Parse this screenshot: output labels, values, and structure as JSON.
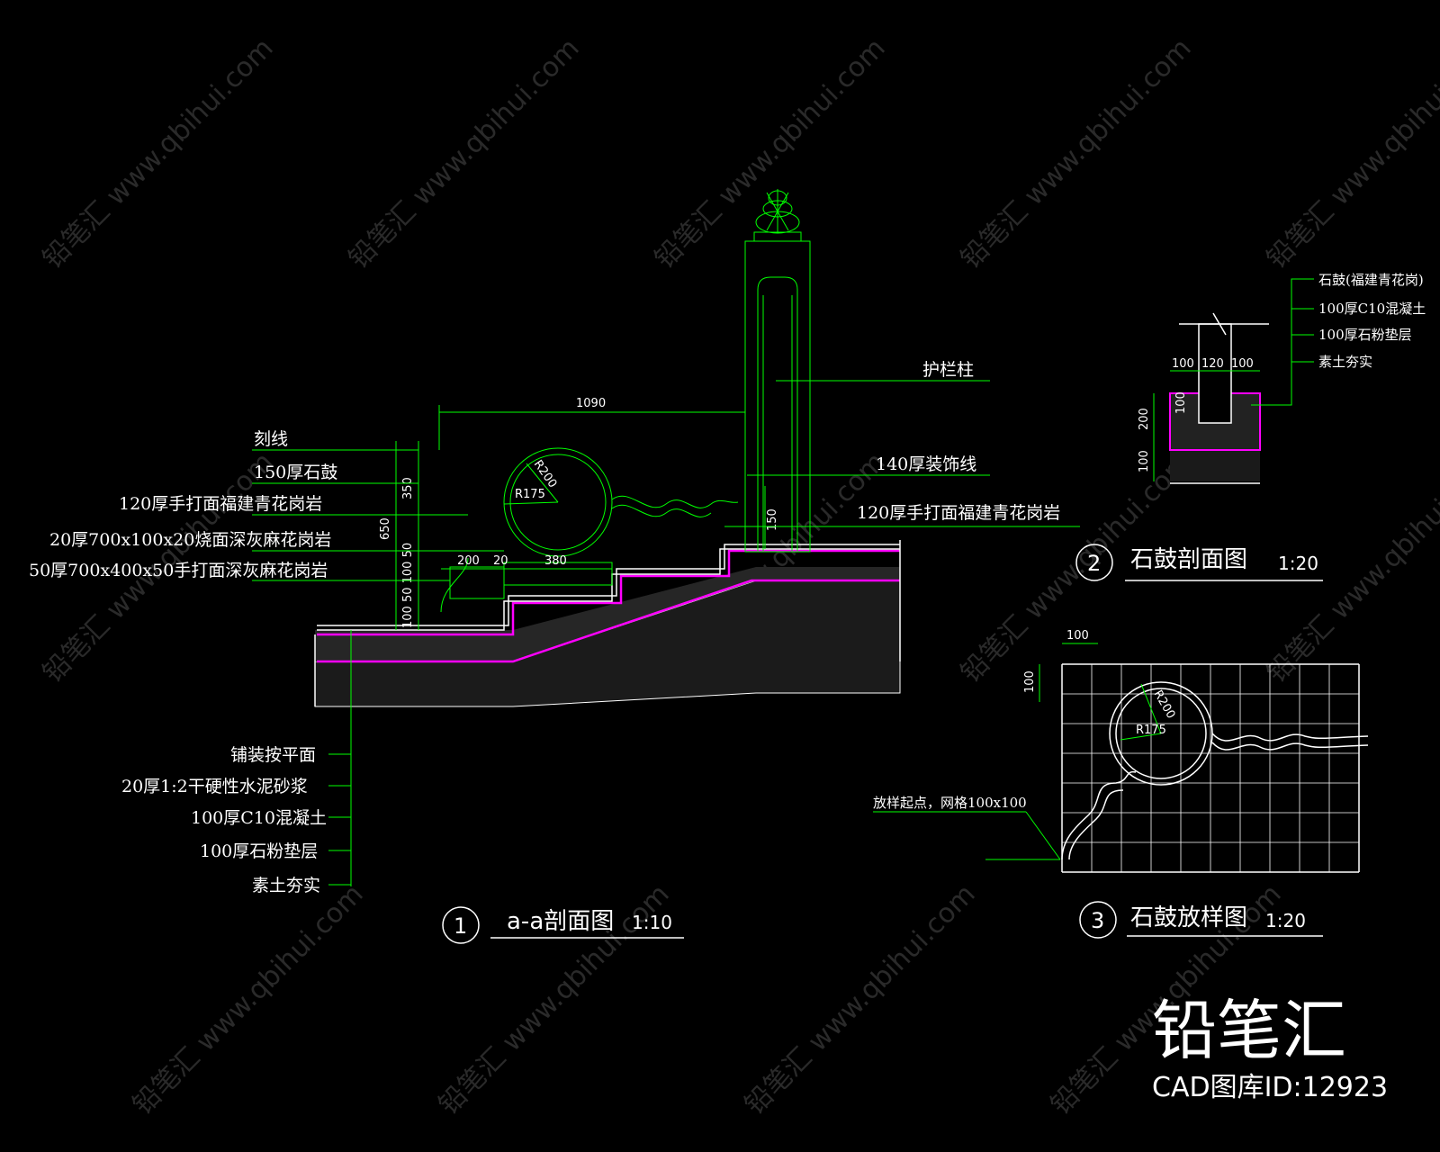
{
  "drawing1": {
    "number": "1",
    "title": "a-a剖面图",
    "scale": "1:10",
    "labels_left": [
      "刻线",
      "150厚石鼓",
      "120厚手打面福建青花岗岩",
      "20厚700x100x20烧面深灰麻花岗岩",
      "50厚700x400x50手打面深灰麻花岗岩"
    ],
    "labels_bottom": [
      "铺装按平面",
      "20厚1:2干硬性水泥砂浆",
      "100厚C10混凝土",
      "100厚石粉垫层",
      "素土夯实"
    ],
    "labels_right": [
      "护栏柱",
      "140厚装饰线",
      "120厚手打面福建青花岗岩"
    ],
    "dims": {
      "top": "1090",
      "h350": "350",
      "h650": "650",
      "h150": "150",
      "stack": "100 50 100 50",
      "s200": "200",
      "s20": "20",
      "s380": "380",
      "r200": "R200",
      "r175": "R175"
    }
  },
  "drawing2": {
    "number": "2",
    "title": "石鼓剖面图",
    "scale": "1:20",
    "labels": [
      "石鼓(福建青花岗)",
      "100厚C10混凝土",
      "100厚石粉垫层",
      "素土夯实"
    ],
    "dims": {
      "d100a": "100",
      "d120": "120",
      "d100b": "100",
      "d100c": "100",
      "h200": "200",
      "h100": "100"
    }
  },
  "drawing3": {
    "number": "3",
    "title": "石鼓放样图",
    "scale": "1:20",
    "note": "放样起点，网格100x100",
    "dims": {
      "w100": "100",
      "h100": "100",
      "r200": "R200",
      "r175": "R175"
    }
  },
  "watermark": {
    "brand": "铅笔汇",
    "id_text": "CAD图库ID:12923",
    "tile": "铅笔汇 www.qbihui.com"
  },
  "colors": {
    "background": "#000000",
    "linework": "#00ff00",
    "text": "#ffffff",
    "layer": "#ff00ff"
  }
}
